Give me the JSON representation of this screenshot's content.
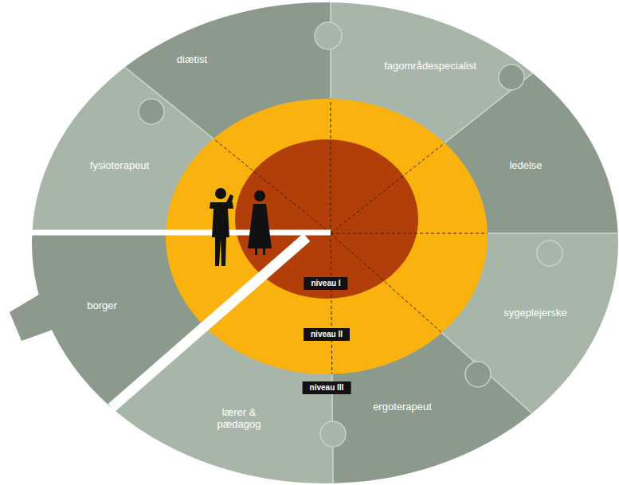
{
  "diagram": {
    "nodes": [
      {
        "text": [
          "diætist"
        ]
      },
      {
        "text": [
          "fagområdespecialist"
        ]
      },
      {
        "text": [
          "fysioterapeut"
        ]
      },
      {
        "text": [
          "ledelse"
        ]
      },
      {
        "text": [
          "borger"
        ]
      },
      {
        "text": [
          "sygeplejerske"
        ]
      },
      {
        "text": [
          "niveau I"
        ]
      },
      {
        "text": [
          "niveau II"
        ]
      },
      {
        "text": [
          "niveau III"
        ]
      },
      {
        "text": [
          "lærer & pædagog"
        ]
      },
      {
        "text": [
          "ergoterapeut"
        ]
      }
    ]
  }
}
